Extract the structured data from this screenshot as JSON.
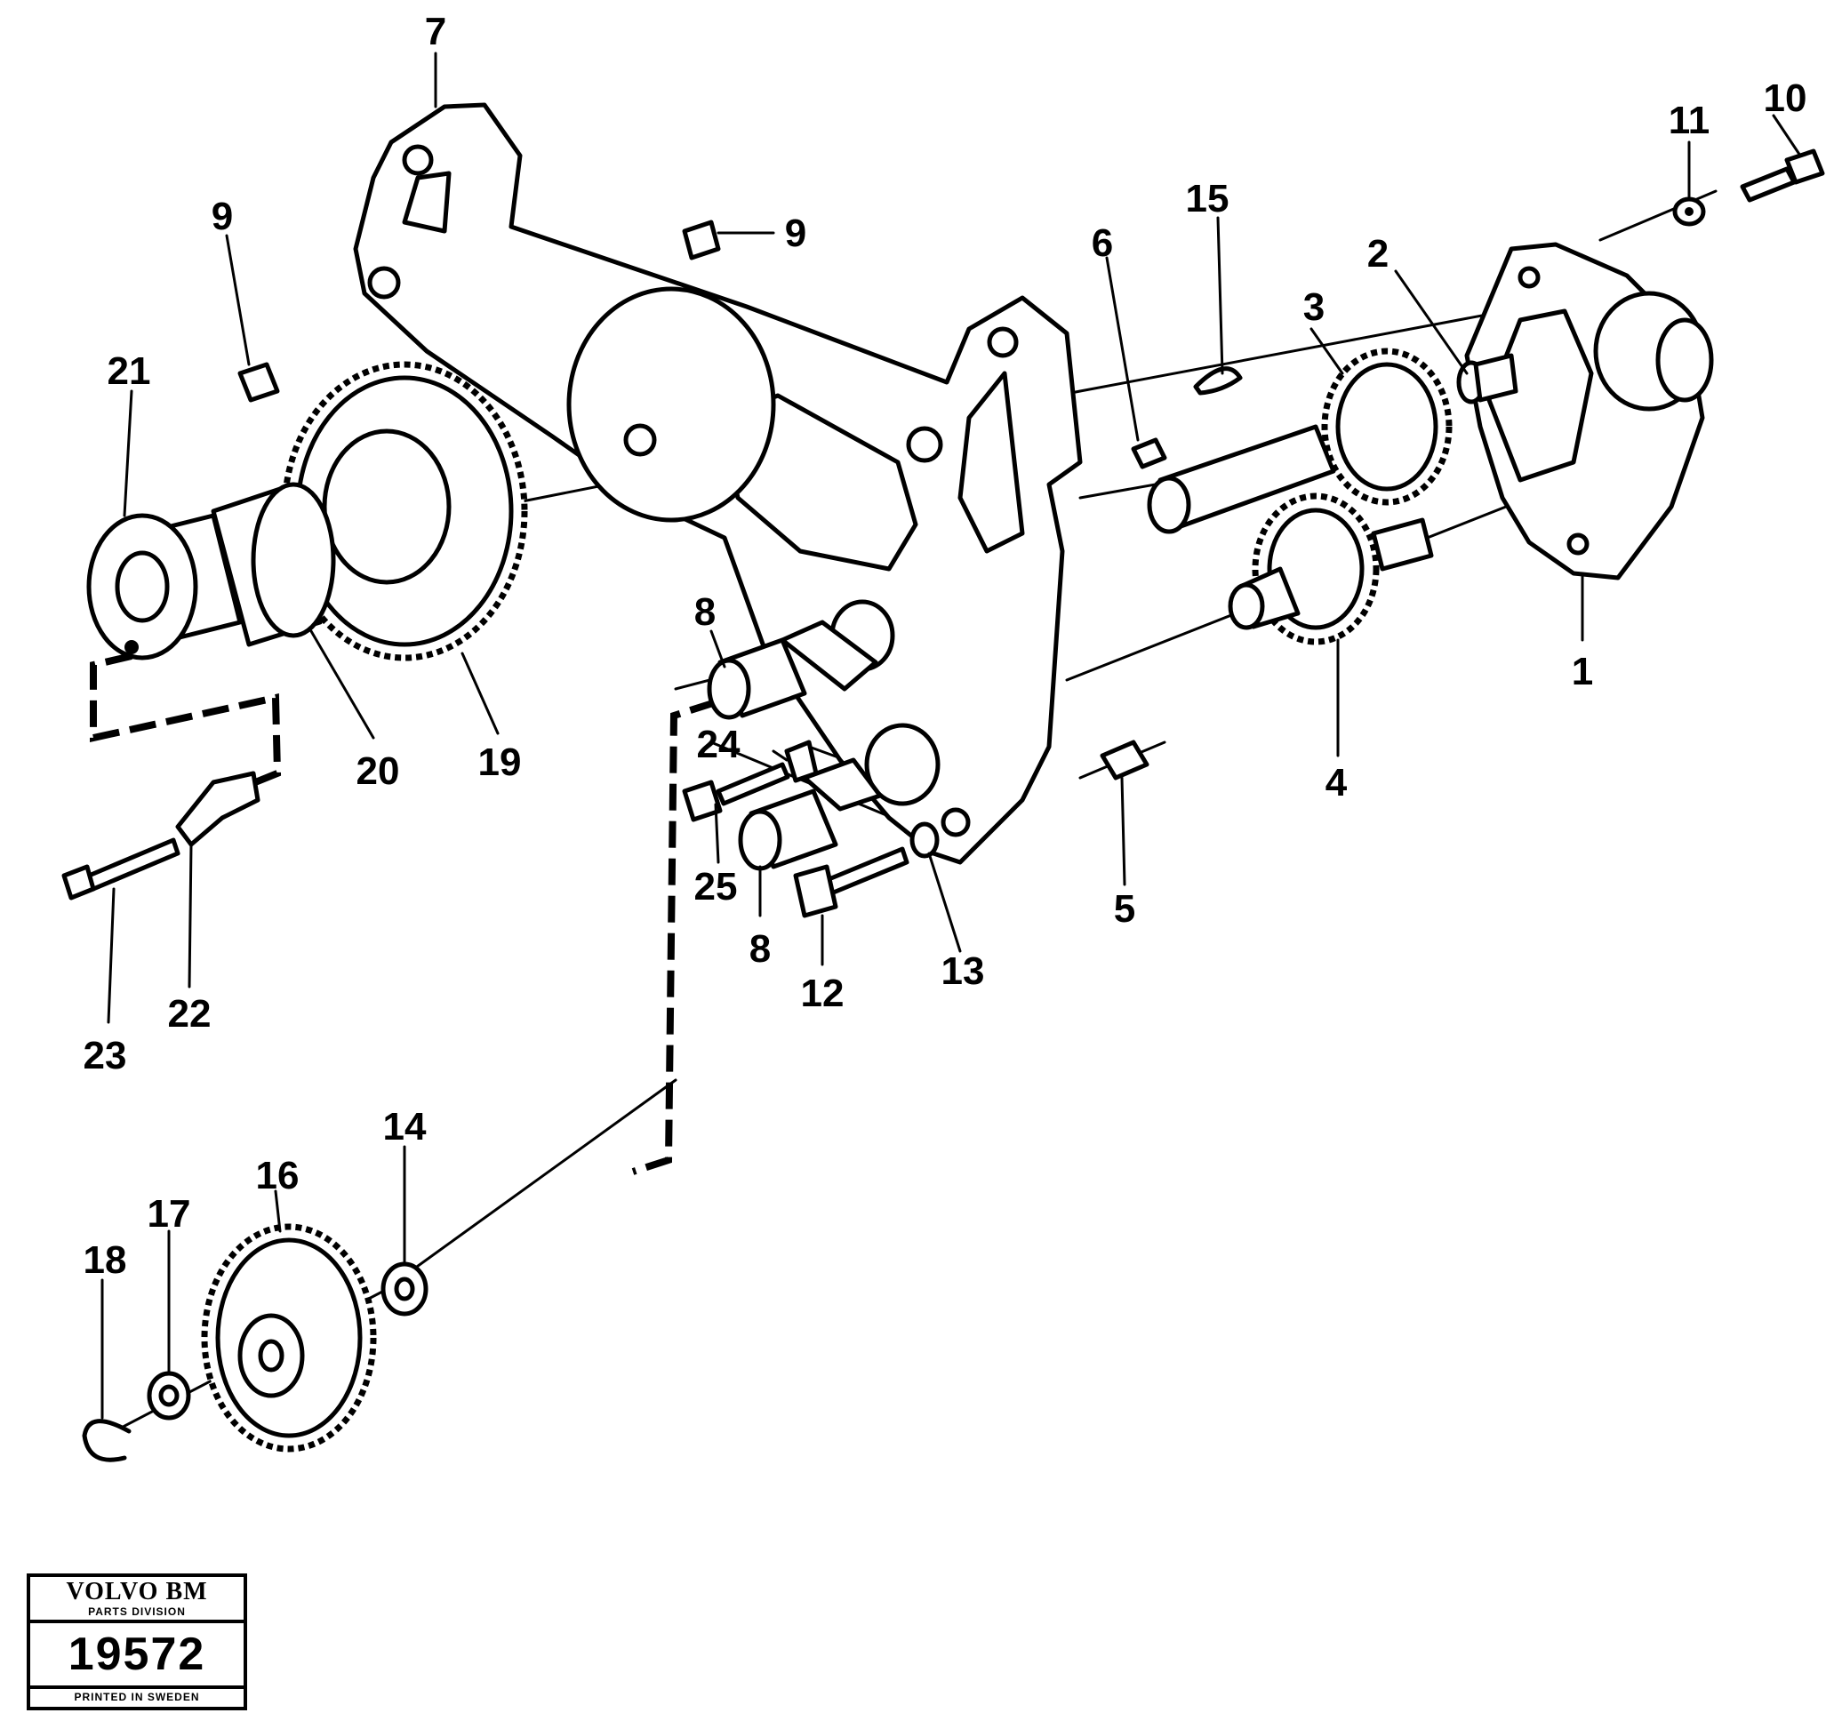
{
  "diagram": {
    "callouts": [
      {
        "id": "callout-7",
        "label": "7"
      },
      {
        "id": "callout-9a",
        "label": "9"
      },
      {
        "id": "callout-9b",
        "label": "9"
      },
      {
        "id": "callout-21",
        "label": "21"
      },
      {
        "id": "callout-20",
        "label": "20"
      },
      {
        "id": "callout-19",
        "label": "19"
      },
      {
        "id": "callout-8a",
        "label": "8"
      },
      {
        "id": "callout-24",
        "label": "24"
      },
      {
        "id": "callout-25",
        "label": "25"
      },
      {
        "id": "callout-8b",
        "label": "8"
      },
      {
        "id": "callout-12",
        "label": "12"
      },
      {
        "id": "callout-13",
        "label": "13"
      },
      {
        "id": "callout-6",
        "label": "6"
      },
      {
        "id": "callout-15",
        "label": "15"
      },
      {
        "id": "callout-3",
        "label": "3"
      },
      {
        "id": "callout-2",
        "label": "2"
      },
      {
        "id": "callout-11",
        "label": "11"
      },
      {
        "id": "callout-10",
        "label": "10"
      },
      {
        "id": "callout-1",
        "label": "1"
      },
      {
        "id": "callout-4",
        "label": "4"
      },
      {
        "id": "callout-5",
        "label": "5"
      },
      {
        "id": "callout-23",
        "label": "23"
      },
      {
        "id": "callout-22",
        "label": "22"
      },
      {
        "id": "callout-14",
        "label": "14"
      },
      {
        "id": "callout-16",
        "label": "16"
      },
      {
        "id": "callout-17",
        "label": "17"
      },
      {
        "id": "callout-18",
        "label": "18"
      }
    ]
  },
  "stamp": {
    "brand": "VOLVO BM",
    "division": "PARTS DIVISION",
    "number": "19572",
    "printed": "PRINTED IN SWEDEN"
  }
}
